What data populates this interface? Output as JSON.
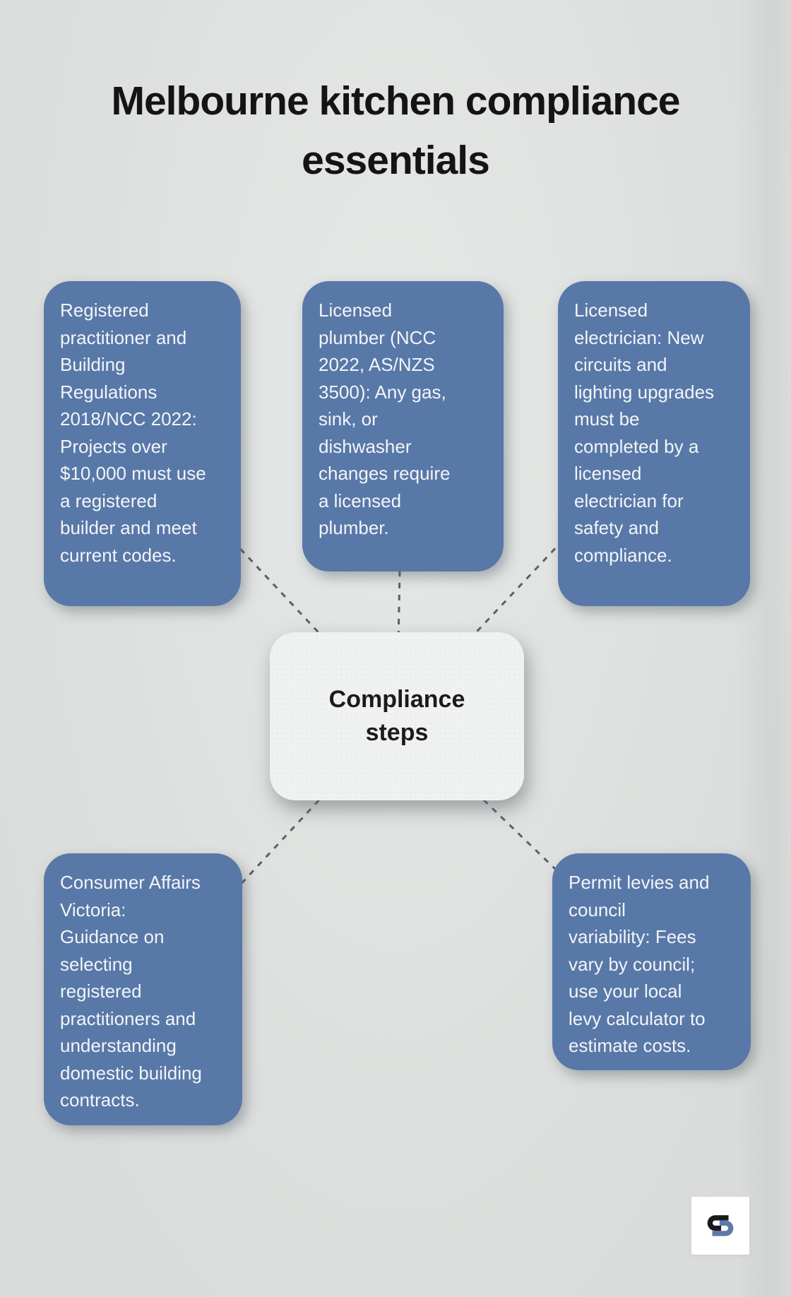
{
  "title": {
    "lines": [
      "Melbourne kitchen compliance",
      "essentials"
    ]
  },
  "center": {
    "id": "compliance-steps",
    "lines": [
      "Compliance",
      "steps"
    ]
  },
  "nodes": [
    {
      "id": "registered-practitioner",
      "lines": [
        "Registered",
        "practitioner and",
        "Building",
        "Regulations",
        "2018/NCC 2022:",
        "Projects over",
        "$10,000 must use",
        "a registered",
        "builder and meet",
        "current codes."
      ]
    },
    {
      "id": "licensed-plumber",
      "lines": [
        "Licensed",
        "plumber (NCC",
        "2022, AS/NZS",
        "3500): Any gas,",
        "sink, or",
        "dishwasher",
        "changes require",
        "a licensed",
        "plumber."
      ]
    },
    {
      "id": "licensed-electrician",
      "lines": [
        "Licensed",
        "electrician: New",
        "circuits and",
        "lighting upgrades",
        "must be",
        "completed by a",
        "licensed",
        "electrician for",
        "safety and",
        "compliance."
      ]
    },
    {
      "id": "consumer-affairs-victoria",
      "lines": [
        "Consumer Affairs",
        "Victoria:",
        "Guidance on",
        "selecting",
        "registered",
        "practitioners and",
        "understanding",
        "domestic building",
        "contracts."
      ]
    },
    {
      "id": "permit-levies",
      "lines": [
        "Permit levies and",
        "council",
        "variability: Fees",
        "vary by council;",
        "use your local",
        "levy calculator to",
        "estimate costs."
      ]
    }
  ],
  "icons": {
    "brand_logo": "interlocking-s-monogram"
  },
  "colors": {
    "background": "#dde0de",
    "node_fill": "#5878a8",
    "center_fill": "#f0f1f1",
    "connector": "#5c605e",
    "title_color": "#141414",
    "node_text": "#f3f5f7",
    "logo_black": "#1a1a1a",
    "logo_blue": "#5f7aa8"
  }
}
